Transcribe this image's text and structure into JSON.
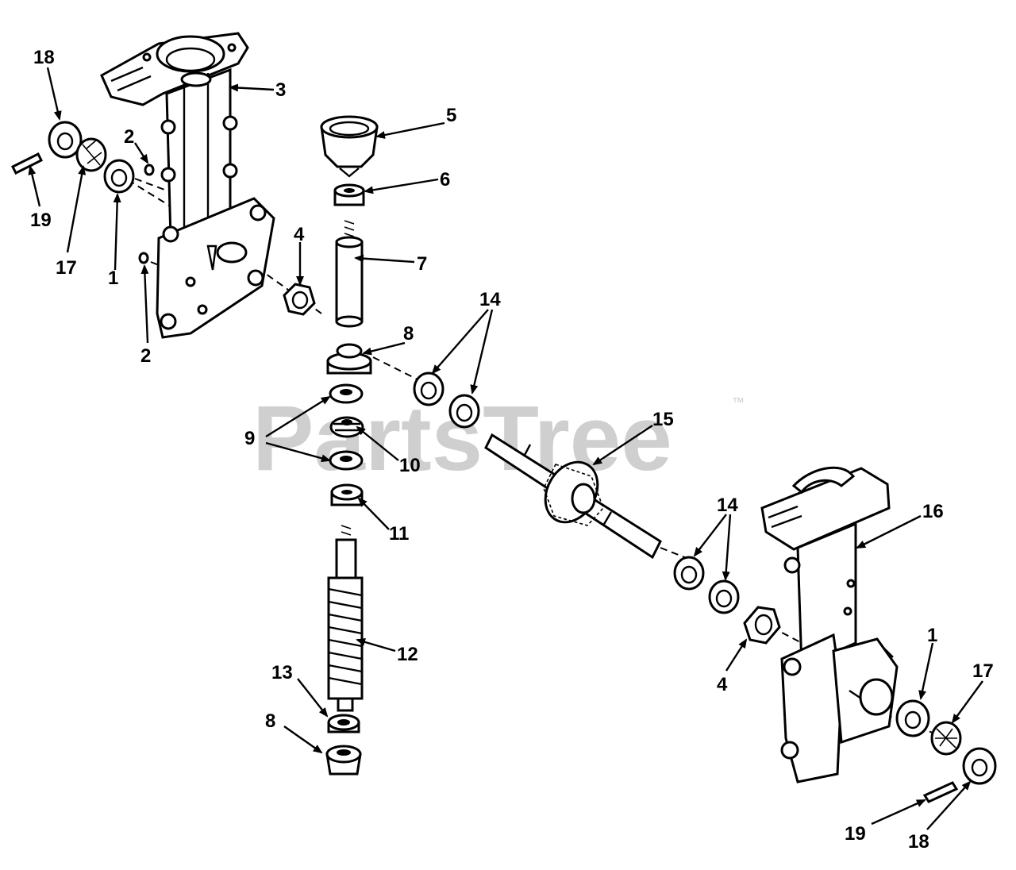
{
  "watermark": {
    "text": "PartsTree",
    "trademark": "™"
  },
  "callouts": [
    {
      "id": "c18a",
      "label": "18"
    },
    {
      "id": "c3",
      "label": "3"
    },
    {
      "id": "c2a",
      "label": "2"
    },
    {
      "id": "c5",
      "label": "5"
    },
    {
      "id": "c6",
      "label": "6"
    },
    {
      "id": "c19a",
      "label": "19"
    },
    {
      "id": "c4a",
      "label": "4"
    },
    {
      "id": "c17a",
      "label": "17"
    },
    {
      "id": "c1a",
      "label": "1"
    },
    {
      "id": "c7",
      "label": "7"
    },
    {
      "id": "c14a",
      "label": "14"
    },
    {
      "id": "c2b",
      "label": "2"
    },
    {
      "id": "c8a",
      "label": "8"
    },
    {
      "id": "c9",
      "label": "9"
    },
    {
      "id": "c15",
      "label": "15"
    },
    {
      "id": "c10",
      "label": "10"
    },
    {
      "id": "c16",
      "label": "16"
    },
    {
      "id": "c11",
      "label": "11"
    },
    {
      "id": "c14b",
      "label": "14"
    },
    {
      "id": "c12",
      "label": "12"
    },
    {
      "id": "c4b",
      "label": "4"
    },
    {
      "id": "c1b",
      "label": "1"
    },
    {
      "id": "c17b",
      "label": "17"
    },
    {
      "id": "c13",
      "label": "13"
    },
    {
      "id": "c8b",
      "label": "8"
    },
    {
      "id": "c19b",
      "label": "19"
    },
    {
      "id": "c18b",
      "label": "18"
    }
  ]
}
